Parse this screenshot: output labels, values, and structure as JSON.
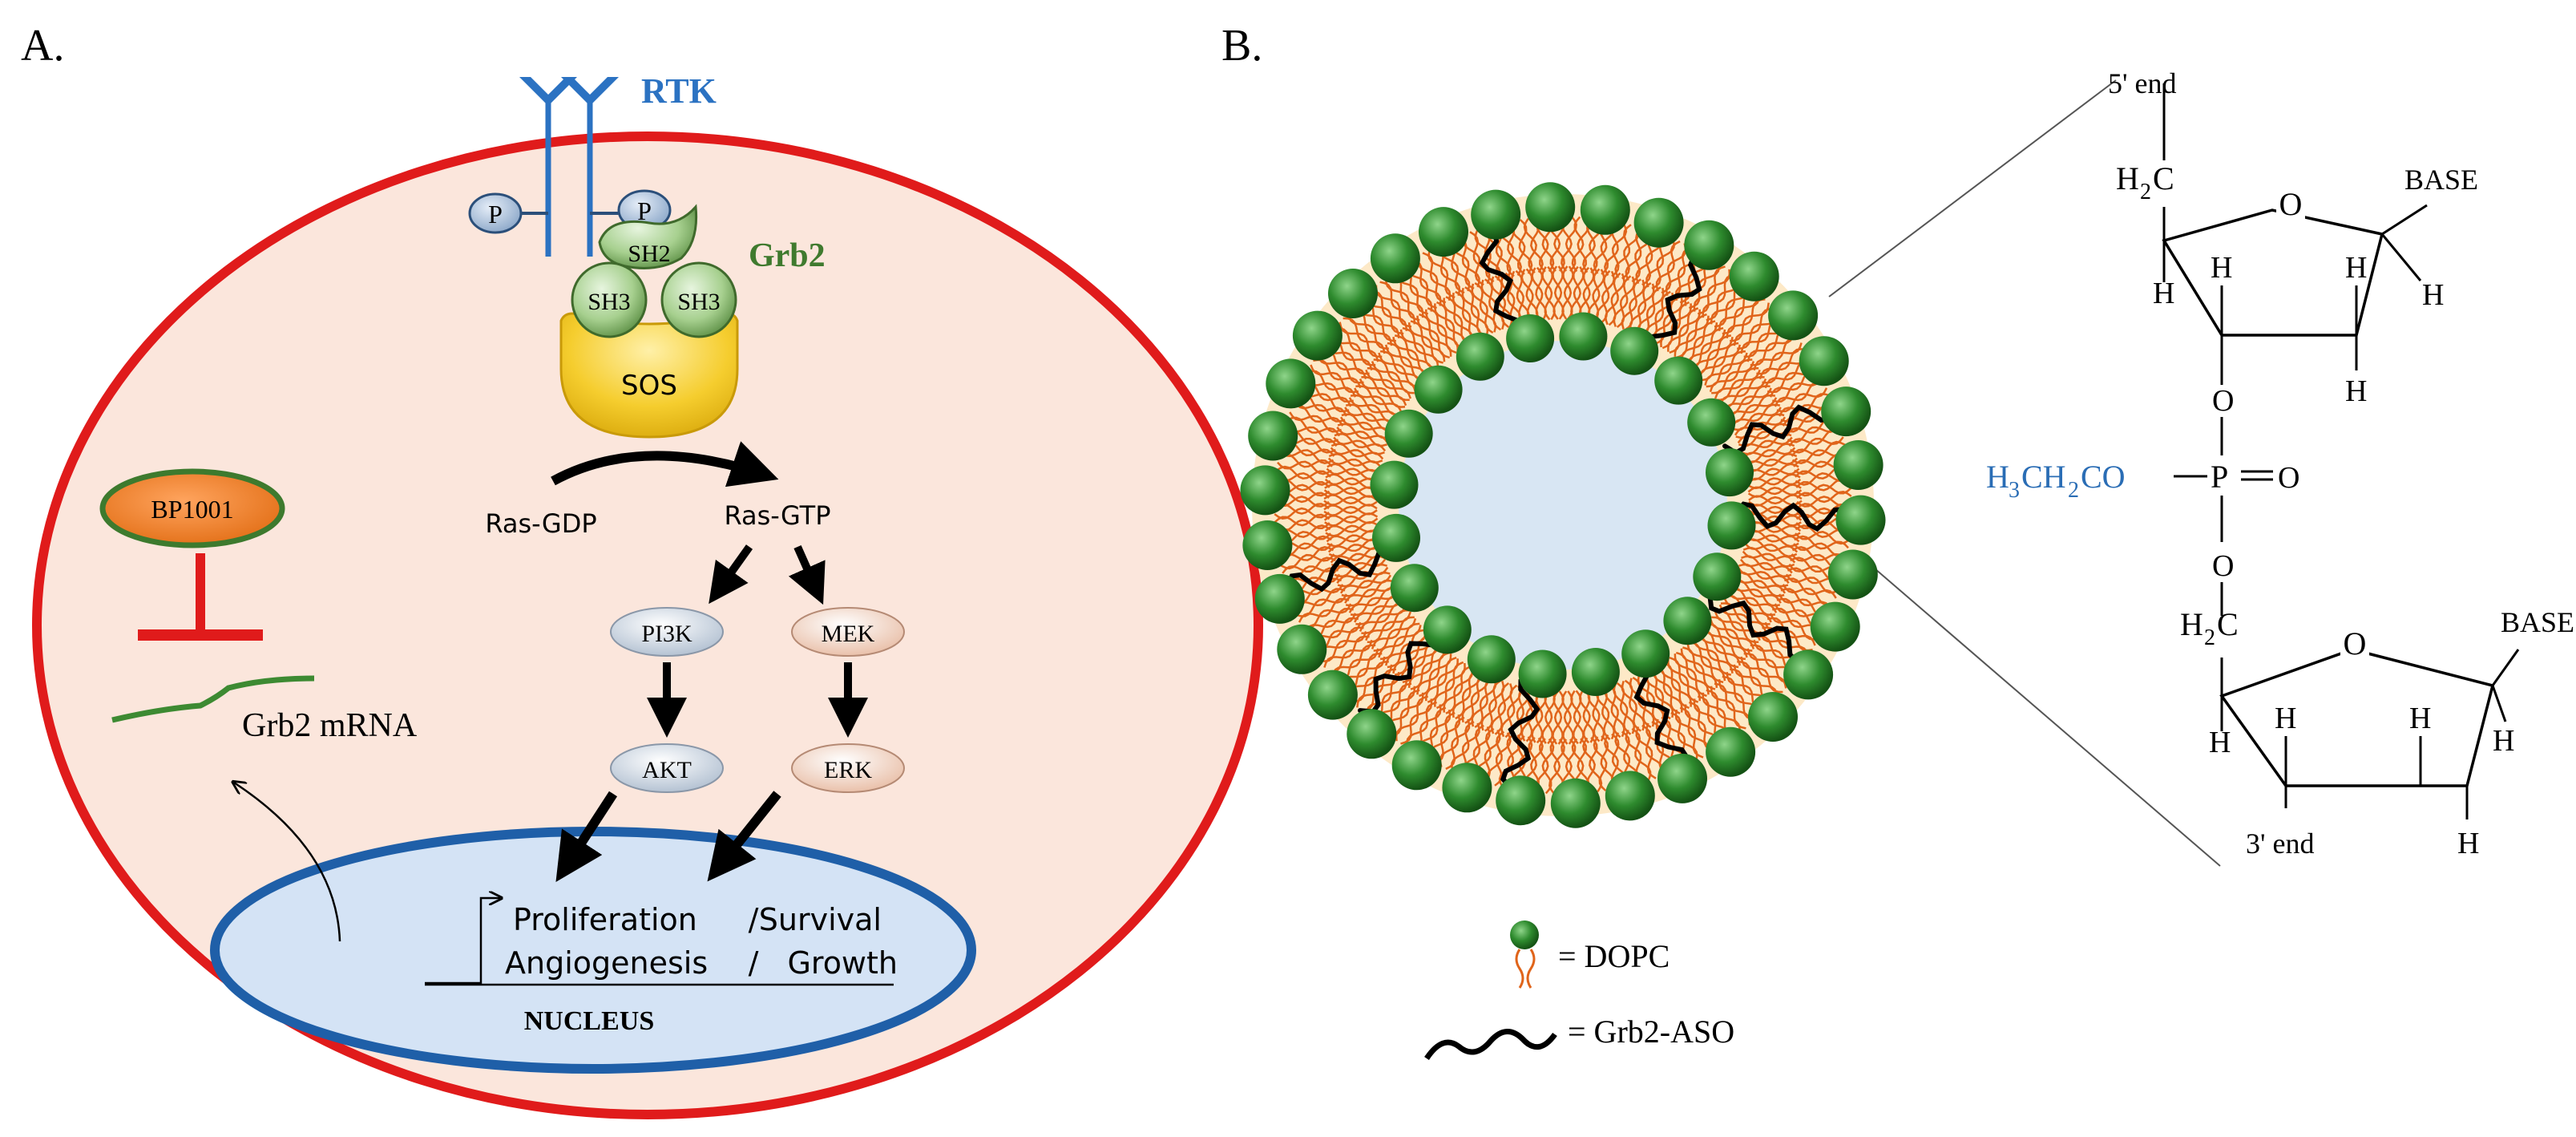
{
  "panel_a": {
    "label": "A.",
    "receptor": "RTK",
    "phospho": [
      "P",
      "P"
    ],
    "adaptor": "Grb2",
    "domains": {
      "sh2": "SH2",
      "sh3_left": "SH3",
      "sh3_right": "SH3"
    },
    "sos": "SOS",
    "ras_gdp": "Ras-GDP",
    "ras_gtp": "Ras-GTP",
    "kinases": {
      "pi3k": "PI3K",
      "mek": "MEK",
      "akt": "AKT",
      "erk": "ERK"
    },
    "drug": "BP1001",
    "mrna": "Grb2 mRNA",
    "nucleus_text": {
      "line1_left": "Proliferation",
      "line1_sep": "/",
      "line1_right": "Survival",
      "line2_left": "Angiogenesis",
      "line2_sep": "/",
      "line2_right": "Growth"
    },
    "nucleus_label": "NUCLEUS"
  },
  "panel_b": {
    "label": "B.",
    "legend": {
      "dopc": "= DOPC",
      "aso": "= Grb2-ASO"
    },
    "structure": {
      "five_prime": "5' end",
      "three_prime": "3' end",
      "base": "BASE",
      "o": "O",
      "h": "H",
      "h2c_h": "H",
      "h2c_sub": "2",
      "h2c_c": "C",
      "linker_p": "P",
      "linker_o": "O",
      "side_chain": {
        "h3": "H",
        "sub3": "3",
        "ch": "CH",
        "sub2": "2",
        "co": "CO"
      }
    }
  },
  "colors": {
    "cell_border": "#e01b1b",
    "cell_fill": "#fbe6dc",
    "nucleus_border": "#1f5fa8",
    "nucleus_fill": "#d4e3f5",
    "rtk_blue": "#2b72c2",
    "grb2_green": "#3f7a2e",
    "sos_yellow": "#f2c21a",
    "bp1001_orange": "#ee7b25",
    "inhibitor_red": "#e01b1b",
    "mrna_green": "#3d8a32",
    "lipid_green": "#2e8b2e",
    "lipid_tail": "#e0641a",
    "core_blue": "#d8e6f3",
    "bilayer_cream": "#fde9c7",
    "side_chain_blue": "#2a6db5"
  }
}
